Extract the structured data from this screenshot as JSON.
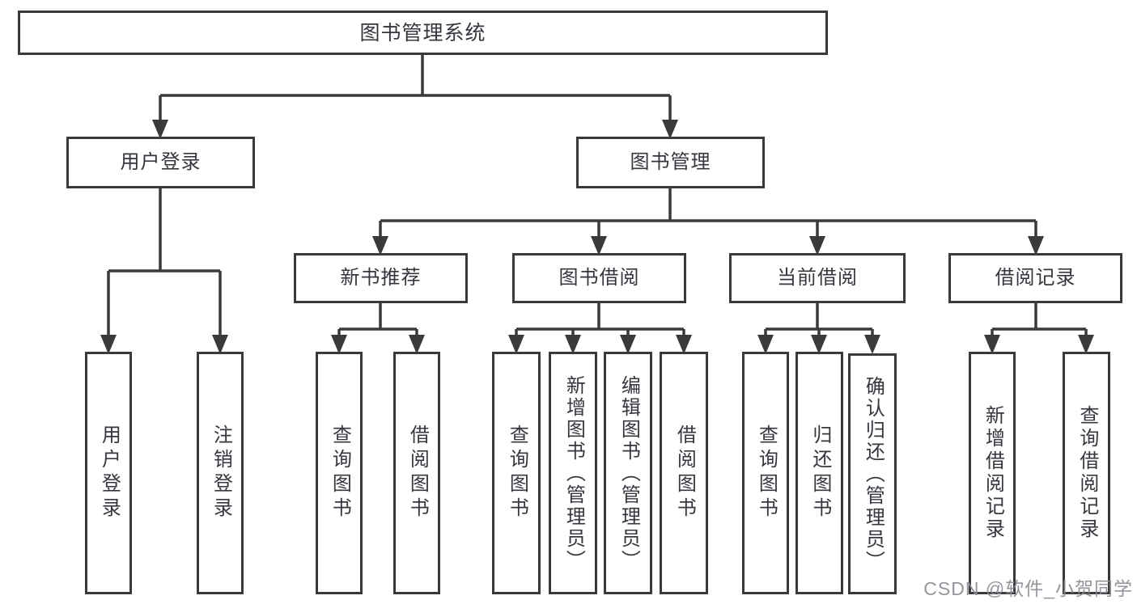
{
  "diagram": {
    "type": "tree",
    "title": "图书管理系统",
    "colors": {
      "background": "#ffffff",
      "box_fill": "#ffffff",
      "box_border": "#3a3a3c",
      "line": "#3a3a3c",
      "text": "#36363e",
      "watermark": "#8c8c94"
    },
    "nodes": {
      "root": {
        "label": "图书管理系统"
      },
      "user_login": {
        "label": "用户登录"
      },
      "book_mgmt": {
        "label": "图书管理"
      },
      "new_book_rec": {
        "label": "新书推荐"
      },
      "book_borrow": {
        "label": "图书借阅"
      },
      "current_borrow": {
        "label": "当前借阅"
      },
      "borrow_record": {
        "label": "借阅记录"
      },
      "ul_login": {
        "label": "用户登录"
      },
      "ul_logout": {
        "label": "注销登录"
      },
      "nr_query": {
        "label": "查询图书"
      },
      "nr_borrow": {
        "label": "借阅图书"
      },
      "bb_query": {
        "label": "查询图书"
      },
      "bb_add": {
        "label": "新增图书（管理员）"
      },
      "bb_edit": {
        "label": "编辑图书（管理员）"
      },
      "bb_borrow": {
        "label": "借阅图书"
      },
      "cb_query": {
        "label": "查询图书"
      },
      "cb_return": {
        "label": "归还图书"
      },
      "cb_confirm": {
        "label": "确认归还（管理员）"
      },
      "br_add": {
        "label": "新增借阅记录"
      },
      "br_query": {
        "label": "查询借阅记录"
      }
    },
    "structure": [
      {
        "parent": "root",
        "children": [
          "user_login",
          "book_mgmt"
        ]
      },
      {
        "parent": "user_login",
        "children": [
          "ul_login",
          "ul_logout"
        ]
      },
      {
        "parent": "book_mgmt",
        "children": [
          "new_book_rec",
          "book_borrow",
          "current_borrow",
          "borrow_record"
        ]
      },
      {
        "parent": "new_book_rec",
        "children": [
          "nr_query",
          "nr_borrow"
        ]
      },
      {
        "parent": "book_borrow",
        "children": [
          "bb_query",
          "bb_add",
          "bb_edit",
          "bb_borrow"
        ]
      },
      {
        "parent": "current_borrow",
        "children": [
          "cb_query",
          "cb_return",
          "cb_confirm"
        ]
      },
      {
        "parent": "borrow_record",
        "children": [
          "br_add",
          "br_query"
        ]
      }
    ]
  },
  "watermark": {
    "text": "CSDN @软件_小贺同学"
  }
}
